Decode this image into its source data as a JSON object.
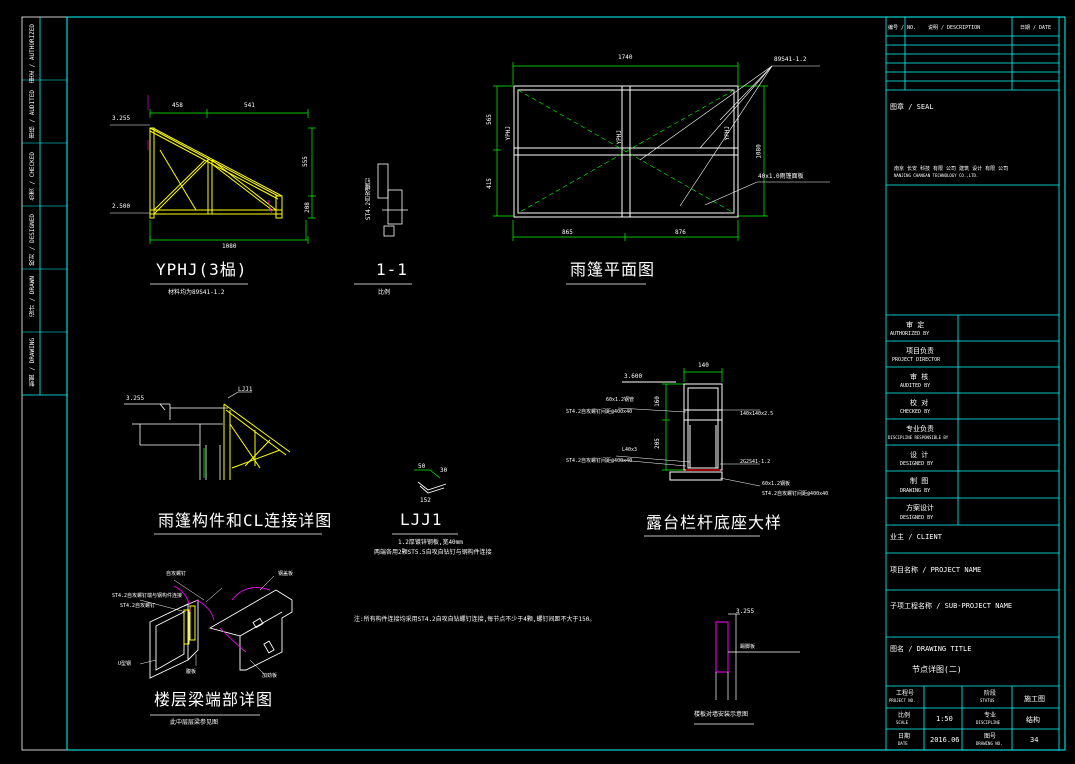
{
  "colors": {
    "background": "#000000",
    "frame": "#00ffff",
    "structure": "#ffff00",
    "dimension": "#00ff00",
    "text": "#ffffff",
    "highlight": "#ff00ff",
    "red": "#ff0000"
  },
  "left_strip": [
    {
      "label": "审定 / AUTHORIZED"
    },
    {
      "label": "审核 / AUDITED"
    },
    {
      "label": "负责 / CHECKED"
    },
    {
      "label": "校对 / DESIGNED"
    },
    {
      "label": "设计 / DRAWN"
    },
    {
      "label": "制图 / DRAWING"
    }
  ],
  "details": {
    "yphj": {
      "title": "YPHJ(3榀)",
      "note": "材料均为89S41-1.2",
      "dims": [
        "458",
        "541",
        "1080",
        "555",
        "208"
      ],
      "levels": [
        "3.255",
        "2.500"
      ]
    },
    "section_1": {
      "title": "1-1",
      "note": "比例",
      "label": "ST4.2自攻螺钉"
    },
    "plan": {
      "title": "雨篷平面图",
      "dims": [
        "1740",
        "865",
        "876",
        "565",
        "415",
        "1080"
      ],
      "labels": [
        "89S41-1.2",
        "YPHJ",
        "YPHJ",
        "40x1.0雨篷面板",
        "YPHJ"
      ]
    },
    "connection": {
      "title": "雨篷构件和CL连接详图",
      "level": "3.255",
      "label": "LJJ1"
    },
    "ljj1": {
      "title": "LJJ1",
      "note1": "1.2厚镀锌钢板,宽40mm",
      "note2": "两端各用2颗ST5.5自攻自钻钉与钢构件连接",
      "dims": [
        "50",
        "30",
        "152"
      ]
    },
    "railing": {
      "title": "露台栏杆底座大样",
      "level": "3.600",
      "top_dim": "140",
      "labels": [
        "60x1.2钢管",
        "ST4.2自攻螺钉间距@400x40",
        "L40x3",
        "ST4.2自攻螺钉间距@400x40",
        "140x140x2.5",
        "2G2S41-1.2",
        "60x1.2钢板",
        "ST4.2自攻螺钉间距@400x40"
      ],
      "dims": [
        "160",
        "205"
      ]
    },
    "beam_end": {
      "title": "楼层梁端部详图",
      "note": "此中层层梁参见图",
      "labels": [
        "自攻螺钉",
        "ST4.2自攻螺钉端与钢构件连接",
        "ST4.2自攻螺钉",
        "U型钢",
        "钢盖板",
        "腹板",
        "加劲板"
      ]
    },
    "general_note": "注:所有构件连接均采用ST4.2自攻自钻螺钉连接,每节点不少于4颗,螺钉间距不大于150。",
    "small_detail": {
      "title": "楼板对墙安装示意图",
      "label": "踢脚板",
      "level": "3.255"
    }
  },
  "title_block": {
    "header": {
      "no": "编号 / NO.",
      "description": "说明 / DESCRIPTION",
      "date": "日期 / DATE"
    },
    "seal": "图章 / SEAL",
    "company": "南京 长安 科技 有限 公司 建筑 设计 有限 公司",
    "company_en": "NANJING CHANGAN TECHNOLOGY CO.,LTD.",
    "roles": [
      {
        "cn": "审 定",
        "en": "AUTHORIZED BY"
      },
      {
        "cn": "项目负责",
        "en": "PROJECT DIRECTOR"
      },
      {
        "cn": "审 核",
        "en": "AUDITED BY"
      },
      {
        "cn": "校 对",
        "en": "CHECKED BY"
      },
      {
        "cn": "专业负责",
        "en": "DISCIPLINE RESPONSIBLE BY"
      },
      {
        "cn": "设 计",
        "en": "DESIGNED BY"
      },
      {
        "cn": "制 图",
        "en": "DRAWING BY"
      },
      {
        "cn": "方案设计",
        "en": "DESIGNED BY"
      }
    ],
    "client": "业主 / CLIENT",
    "project_name": "项目名称 / PROJECT NAME",
    "sub_project": "子项工程名称 / SUB-PROJECT NAME",
    "drawing_title_label": "图名 / DRAWING TITLE",
    "drawing_title": "节点详图(二)",
    "bottom": [
      {
        "label_cn": "工程号",
        "label_en": "PROJECT NO.",
        "value": "",
        "label2_cn": "阶段",
        "label2_en": "STATUS",
        "value2": "施工图"
      },
      {
        "label_cn": "比例",
        "label_en": "SCALE",
        "value": "1:50",
        "label2_cn": "专业",
        "label2_en": "DISCIPLINE",
        "value2": "结构"
      },
      {
        "label_cn": "日期",
        "label_en": "DATE",
        "value": "2016.06",
        "label2_cn": "图号",
        "label2_en": "DRAWING NO.",
        "value2": "34"
      }
    ]
  }
}
